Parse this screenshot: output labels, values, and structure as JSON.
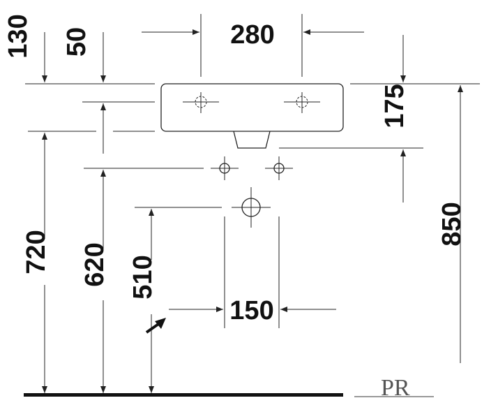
{
  "drawing": {
    "dimensions": {
      "basin_width": "280",
      "top_offset_130": "130",
      "top_offset_50": "50",
      "basin_depth": "175",
      "height_720": "720",
      "height_620": "620",
      "height_510": "510",
      "trap_spacing": "150",
      "overall_height": "850"
    },
    "logo": {
      "letters": "PR"
    },
    "colors": {
      "line": "#222222",
      "text": "#111111",
      "floor": "#111111"
    }
  }
}
